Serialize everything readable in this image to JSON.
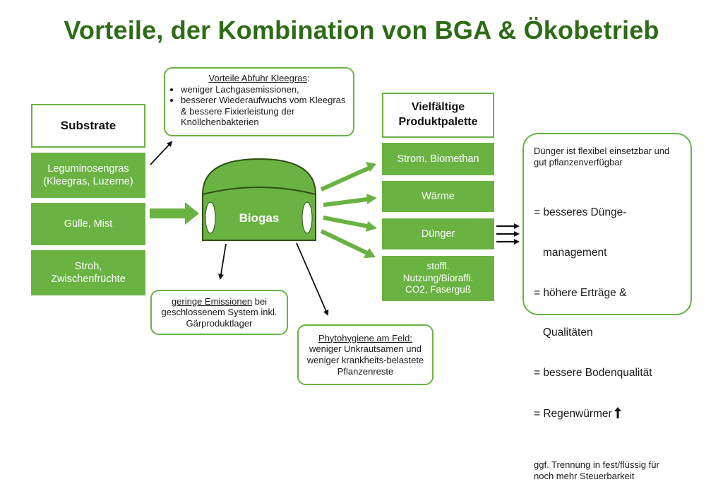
{
  "title": "Vorteile, der Kombination von BGA & Ökobetrieb",
  "substrate": {
    "header": "Substrate",
    "items": [
      "Leguminosengras\n(Kleegras, Luzerne)",
      "Gülle, Mist",
      "Stroh,\nZwischenfrüchte"
    ]
  },
  "biogas": {
    "label": "Biogas"
  },
  "kleegras_note": {
    "title": "Vorteile Abfuhr Kleegras",
    "title_suffix": ":",
    "bullets": [
      "weniger Lachgasemissionen,",
      "besserer Wiederaufwuchs vom Kleegras & bessere Fixierleistung der Knöllchenbakterien"
    ]
  },
  "emissions_note": {
    "title": "geringe Emissionen",
    "text": " bei geschlossenem System inkl. Gärproduktlager"
  },
  "hygiene_note": {
    "title": "Phytohygiene am Feld:",
    "text": "weniger Unkrautsamen und weniger krankheits-belastete Pflanzenreste"
  },
  "products": {
    "header": "Vielfältige\nProduktpalette",
    "items": [
      "Strom, Biomethan",
      "Wärme",
      "Dünger",
      "stoffl.\nNutzung/Bioraffi.\nCO2, Faserguß"
    ]
  },
  "duenger_note": {
    "intro": "Dünger ist flexibel einsetzbar und gut pflanzenverfügbar",
    "benefits": [
      "= besseres Dünge-",
      "   management",
      "= höhere Erträge &",
      "   Qualitäten",
      "= bessere Bodenqualität",
      "= Regenwürmer"
    ],
    "footer": "ggf. Trennung in fest/flüssig für noch mehr Steuerbarkeit"
  },
  "colors": {
    "green": "#6ab343",
    "title_green": "#2e6b16"
  },
  "icons": [
    "arrow-right-icon",
    "arrow-up-icon"
  ]
}
